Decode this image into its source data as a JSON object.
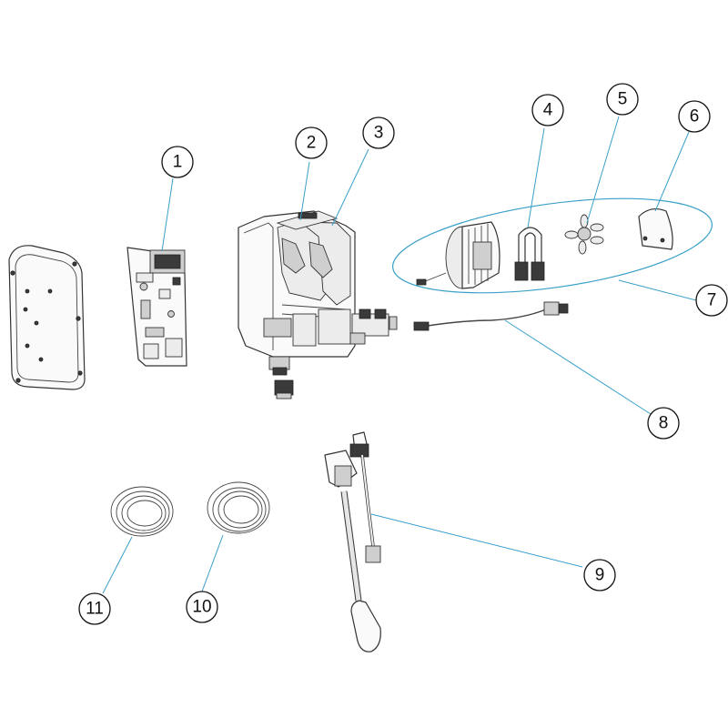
{
  "callouts": [
    {
      "id": "1",
      "label": "1"
    },
    {
      "id": "2",
      "label": "2"
    },
    {
      "id": "3",
      "label": "3"
    },
    {
      "id": "4",
      "label": "4"
    },
    {
      "id": "5",
      "label": "5"
    },
    {
      "id": "6",
      "label": "6"
    },
    {
      "id": "7",
      "label": "7"
    },
    {
      "id": "8",
      "label": "8"
    },
    {
      "id": "9",
      "label": "9"
    },
    {
      "id": "10",
      "label": "10"
    },
    {
      "id": "11",
      "label": "11"
    }
  ],
  "colors": {
    "leader_line": "#3aa0c8",
    "outline": "#333333",
    "background": "#ffffff"
  }
}
